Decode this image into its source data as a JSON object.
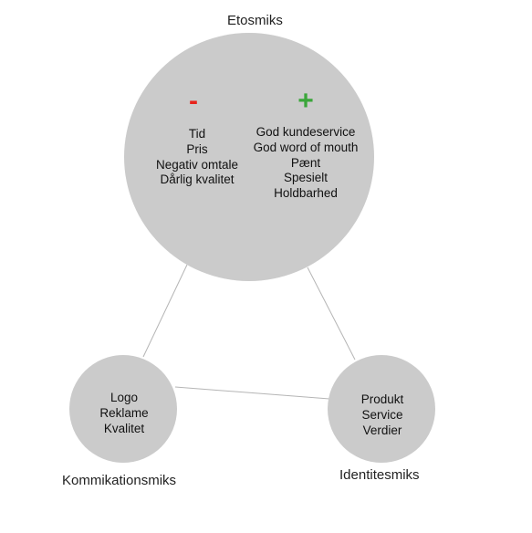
{
  "nodes": {
    "top": {
      "title": "Etosmiks",
      "negative": {
        "sign": "-",
        "color": "#e8231c",
        "items": [
          "Tid",
          "Pris",
          "Negativ omtale",
          "Dårlig kvalitet"
        ]
      },
      "positive": {
        "sign": "+",
        "color": "#3aa63a",
        "items": [
          "God kundeservice",
          "God word of mouth",
          "Pænt",
          "Spesielt",
          "Holdbarhed"
        ]
      }
    },
    "left": {
      "title": "Kommikationsmiks",
      "items": [
        "Logo",
        "Reklame",
        "Kvalitet"
      ]
    },
    "right": {
      "title": "Identitesmiks",
      "items": [
        "Produkt",
        "Service",
        "Verdier"
      ]
    }
  },
  "colors": {
    "circle_fill": "#cbcbcb",
    "connector": "#b5b5b5"
  }
}
